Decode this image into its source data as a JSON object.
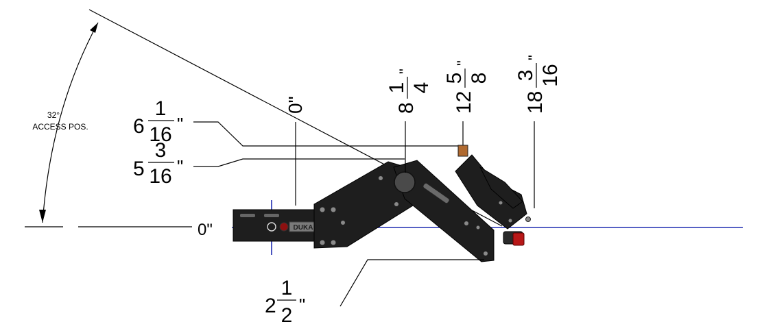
{
  "annotation": {
    "angle": "32°",
    "label": "ACCESS POS."
  },
  "dimensions": {
    "left_6_1_16": {
      "whole": "6",
      "num": "1",
      "den": "16",
      "unit": "\""
    },
    "left_5_3_16": {
      "whole": "5",
      "num": "3",
      "den": "16",
      "unit": "\""
    },
    "left_2_1_2": {
      "whole": "2",
      "num": "1",
      "den": "2",
      "unit": "\""
    },
    "baseline_zero": "0\"",
    "top_zero": "0\"",
    "top_8_1_4": {
      "whole": "8",
      "num": "1",
      "den": "4",
      "unit": "\""
    },
    "top_12_5_8": {
      "whole": "12",
      "num": "5",
      "den": "8",
      "unit": "\""
    },
    "top_18_3_16": {
      "whole": "18",
      "num": "3",
      "den": "16",
      "unit": "\""
    }
  },
  "part_label": "DUKA",
  "colors": {
    "reference_line": "#1f2bb0",
    "part_body": "#1e1e1e",
    "accent_red": "#b81818"
  }
}
